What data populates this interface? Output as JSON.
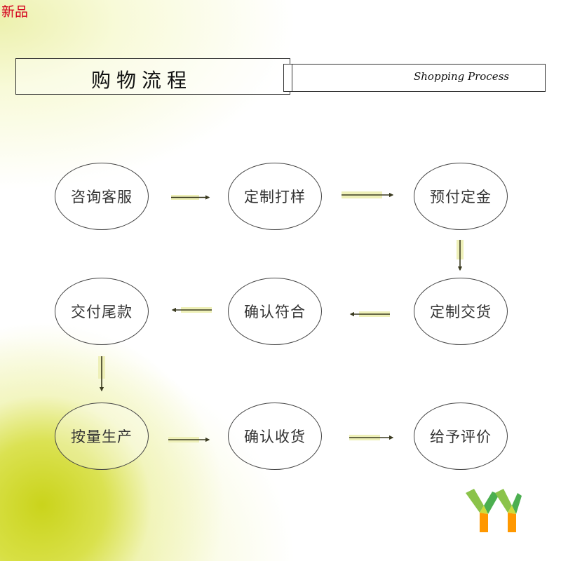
{
  "corner_label": "新品",
  "header": {
    "title": "购物流程",
    "subtitle": "Shopping Process"
  },
  "steps": [
    {
      "label": "咨询客服"
    },
    {
      "label": "定制打样"
    },
    {
      "label": "预付定金"
    },
    {
      "label": "定制交货"
    },
    {
      "label": "确认符合"
    },
    {
      "label": "交付尾款"
    },
    {
      "label": "按量生产"
    },
    {
      "label": "确认收货"
    },
    {
      "label": "给予评价"
    }
  ],
  "colors": {
    "arrow_fill": "#eef0b8",
    "arrow_stroke": "#4a4a2a",
    "accent_red": "#d4001c"
  },
  "logo": {
    "name": "yy-logo-icon"
  }
}
